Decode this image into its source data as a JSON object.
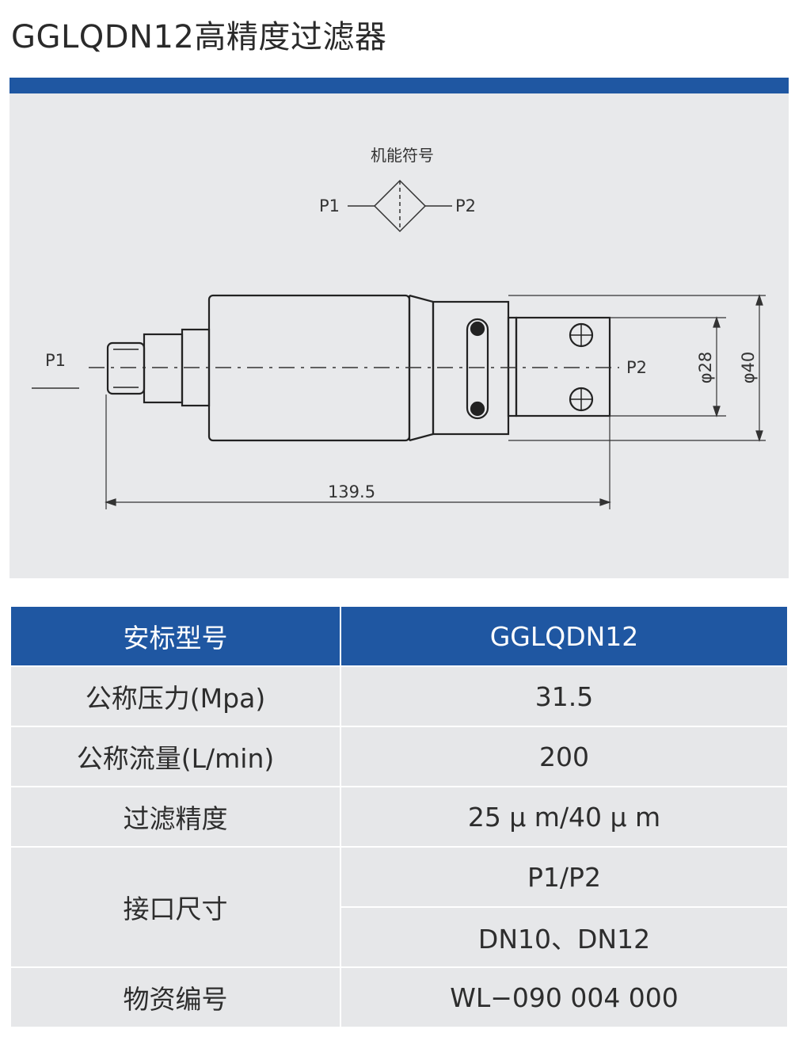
{
  "page": {
    "title": "GGLQDN12高精度过滤器"
  },
  "drawing": {
    "symbol_caption": "机能符号",
    "symbol_port_in": "P1",
    "symbol_port_out": "P2",
    "port_in_label": "P1",
    "port_out_label": "P2",
    "dim_diameter_small": "φ28",
    "dim_diameter_large": "φ40",
    "dim_length": "139.5"
  },
  "table": {
    "header": {
      "label": "安标型号",
      "value": "GGLQDN12"
    },
    "rows": [
      {
        "label": "公称压力(Mpa)",
        "value": "31.5"
      },
      {
        "label": "公称流量(L/min)",
        "value": "200"
      },
      {
        "label": "过滤精度",
        "value": "25 μ m/40 μ m"
      }
    ],
    "interface": {
      "label": "接口尺寸",
      "value1": "P1/P2",
      "value2": "DN10、DN12"
    },
    "material": {
      "label": "物资编号",
      "value": "WL−090 004 000"
    }
  },
  "colors": {
    "brand_blue": "#1f57a2",
    "panel_gray": "#e8e9eb",
    "cell_gray": "#e6e7e9"
  }
}
